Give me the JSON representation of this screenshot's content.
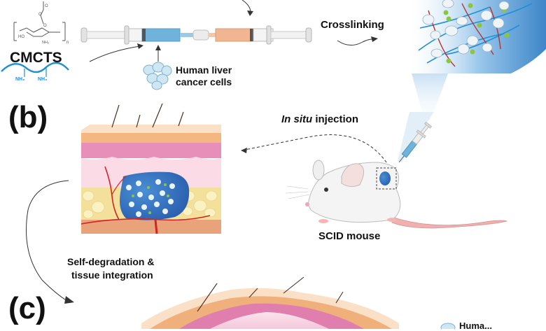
{
  "figure": {
    "panels": {
      "b": "(b)",
      "c": "(c)"
    },
    "chemistry": {
      "compound_label": "CMCTS",
      "structure_groups": [
        "O",
        "O",
        "HO",
        "O",
        "NH2",
        "n"
      ],
      "amine_labels": [
        "NH₃",
        "NH₃"
      ]
    },
    "labels": {
      "cells": [
        "Human liver",
        "cancer cells"
      ],
      "crosslinking": "Crosslinking",
      "injection_italic": "In situ",
      "injection_rest": " injection",
      "mouse": "SCID mouse",
      "degradation": [
        "Self-degradation &",
        "tissue integration"
      ],
      "legend_partial": "Huma..."
    },
    "colors": {
      "hydrogel_blue": "#3a7fc4",
      "polymer_blue": "#1e90d6",
      "crosslinker_red": "#b8322f",
      "dot_green": "#8cc63f",
      "syringe_blue": "#6fb3dc",
      "syringe_orange": "#f1b592",
      "skin_epidermis": "#f8d4b4",
      "skin_pink": "#e07fae",
      "fat_yellow": "#f5e49c",
      "vessel_red": "#d22424"
    }
  }
}
